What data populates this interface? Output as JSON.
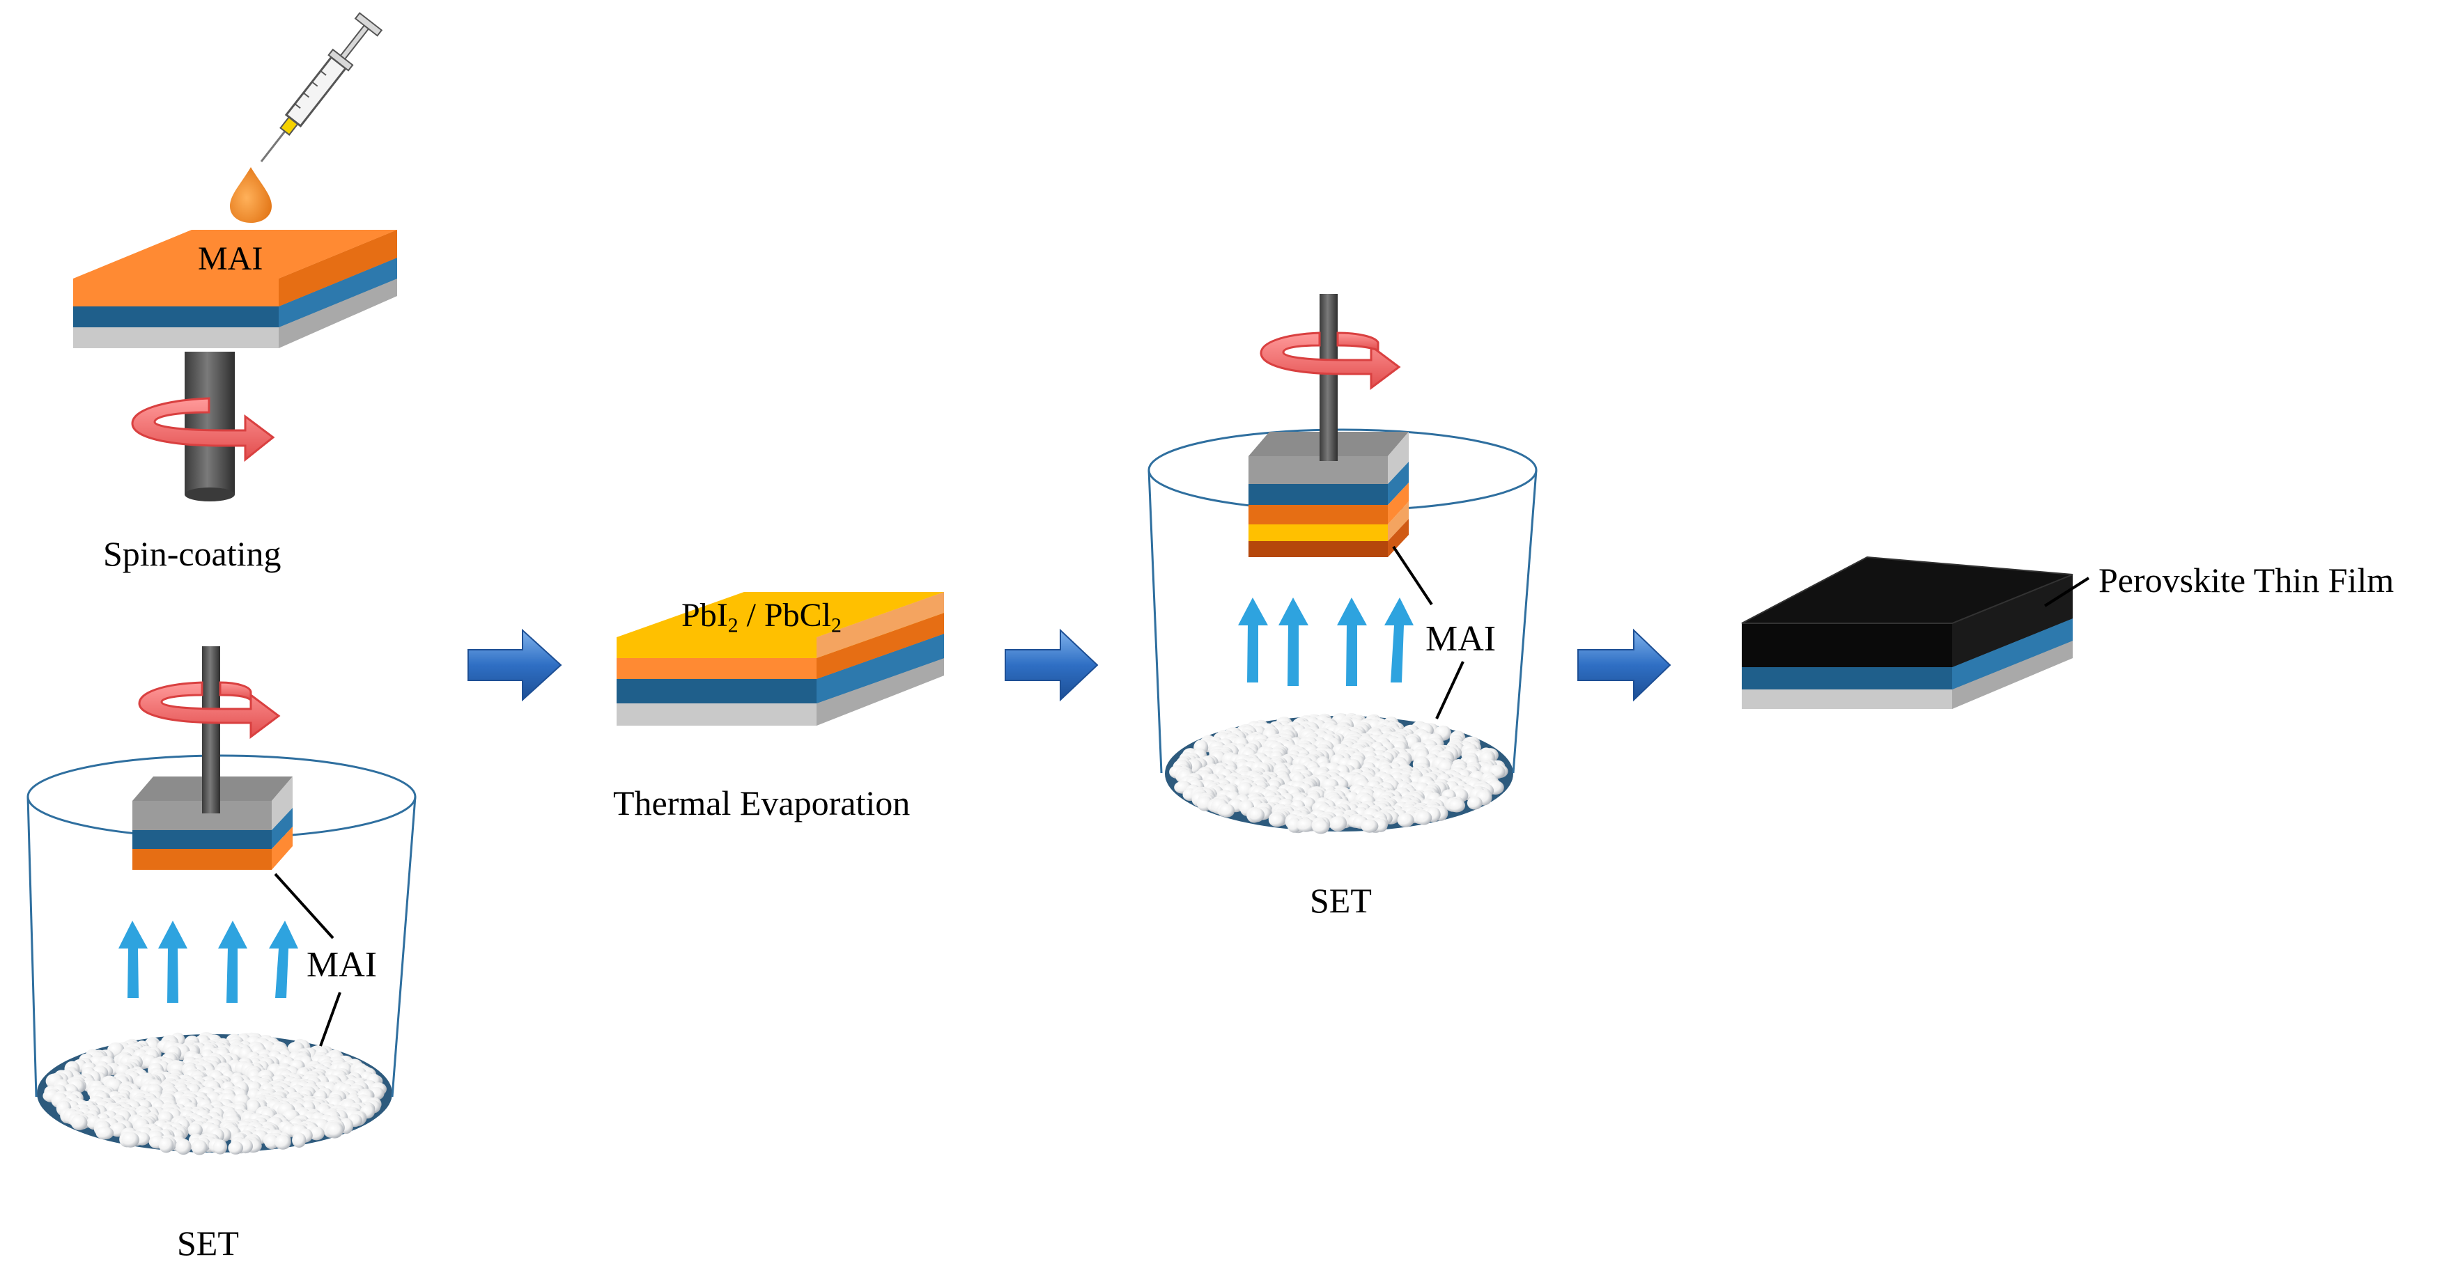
{
  "labels": {
    "spin_coating": "Spin-coating",
    "mai_spin_top": "MAI",
    "set_left": "SET",
    "mai_set_left": "MAI",
    "thermal_evaporation": "Thermal Evaporation",
    "pbi2_part": "PbI",
    "pbi2_sub": "2",
    "slash": " / ",
    "pbcl2_part": "PbCl",
    "pbcl2_sub": "2",
    "set_right": "SET",
    "mai_set_right": "MAI",
    "perovskite": "Perovskite Thin Film"
  },
  "colors": {
    "orange_top": "#ff8a33",
    "orange_side": "#e66e14",
    "blue_layer": "#1f5f8b",
    "blue_dark": "#163f5e",
    "gray_layer": "#c9c9c9",
    "gray_top": "#8c8c8c",
    "yellow_top": "#ffc000",
    "light_orange": "#f4a460",
    "brown_layer": "#b5470b",
    "black_top": "#0a0a0a",
    "rod": "#505050",
    "spin_arrow": "#f26b6b",
    "vapor_arrow": "#2ea3df",
    "process_arrow": "#2f6fc4",
    "drop": "#f08a24",
    "cylinder_line": "#2f6f9f"
  }
}
